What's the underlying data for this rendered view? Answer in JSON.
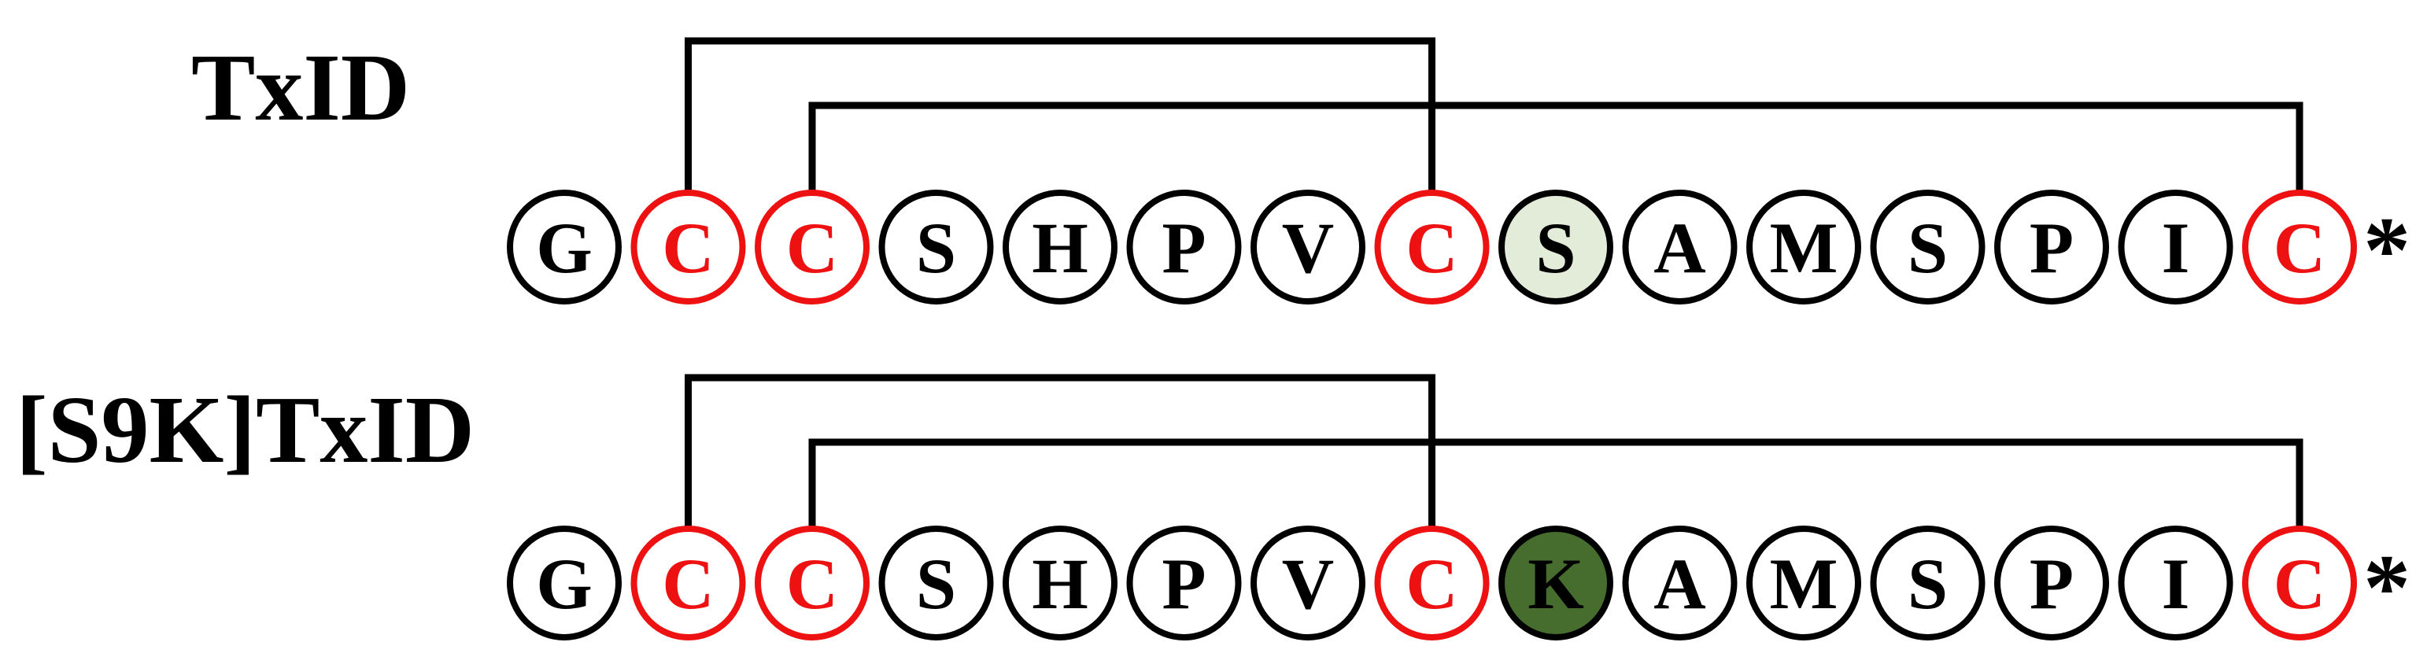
{
  "colors": {
    "default_stroke": "#000000",
    "default_fill": "#ffffff",
    "default_text": "#000000",
    "cysteine": "#ee1111",
    "serine_variant_fill": "#e3ecd9",
    "lysine_variant_fill": "#466d2e",
    "lysine_variant_text": "#000000"
  },
  "peptides": [
    {
      "label": "TxID",
      "c_terminal_mark": "*",
      "residues": [
        {
          "letter": "G",
          "style": "normal"
        },
        {
          "letter": "C",
          "style": "cys"
        },
        {
          "letter": "C",
          "style": "cys"
        },
        {
          "letter": "S",
          "style": "normal"
        },
        {
          "letter": "H",
          "style": "normal"
        },
        {
          "letter": "P",
          "style": "normal"
        },
        {
          "letter": "V",
          "style": "normal"
        },
        {
          "letter": "C",
          "style": "cys"
        },
        {
          "letter": "S",
          "style": "highlight_light"
        },
        {
          "letter": "A",
          "style": "normal"
        },
        {
          "letter": "M",
          "style": "normal"
        },
        {
          "letter": "S",
          "style": "normal"
        },
        {
          "letter": "P",
          "style": "normal"
        },
        {
          "letter": "I",
          "style": "normal"
        },
        {
          "letter": "C",
          "style": "cys"
        }
      ],
      "disulfide_bonds": [
        {
          "from_residue": 2,
          "to_residue": 8
        },
        {
          "from_residue": 3,
          "to_residue": 15
        }
      ]
    },
    {
      "label": "[S9K]TxID",
      "c_terminal_mark": "*",
      "residues": [
        {
          "letter": "G",
          "style": "normal"
        },
        {
          "letter": "C",
          "style": "cys"
        },
        {
          "letter": "C",
          "style": "cys"
        },
        {
          "letter": "S",
          "style": "normal"
        },
        {
          "letter": "H",
          "style": "normal"
        },
        {
          "letter": "P",
          "style": "normal"
        },
        {
          "letter": "V",
          "style": "normal"
        },
        {
          "letter": "C",
          "style": "cys"
        },
        {
          "letter": "K",
          "style": "highlight_dark"
        },
        {
          "letter": "A",
          "style": "normal"
        },
        {
          "letter": "M",
          "style": "normal"
        },
        {
          "letter": "S",
          "style": "normal"
        },
        {
          "letter": "P",
          "style": "normal"
        },
        {
          "letter": "I",
          "style": "normal"
        },
        {
          "letter": "C",
          "style": "cys"
        }
      ],
      "disulfide_bonds": [
        {
          "from_residue": 2,
          "to_residue": 8
        },
        {
          "from_residue": 3,
          "to_residue": 15
        }
      ]
    }
  ]
}
